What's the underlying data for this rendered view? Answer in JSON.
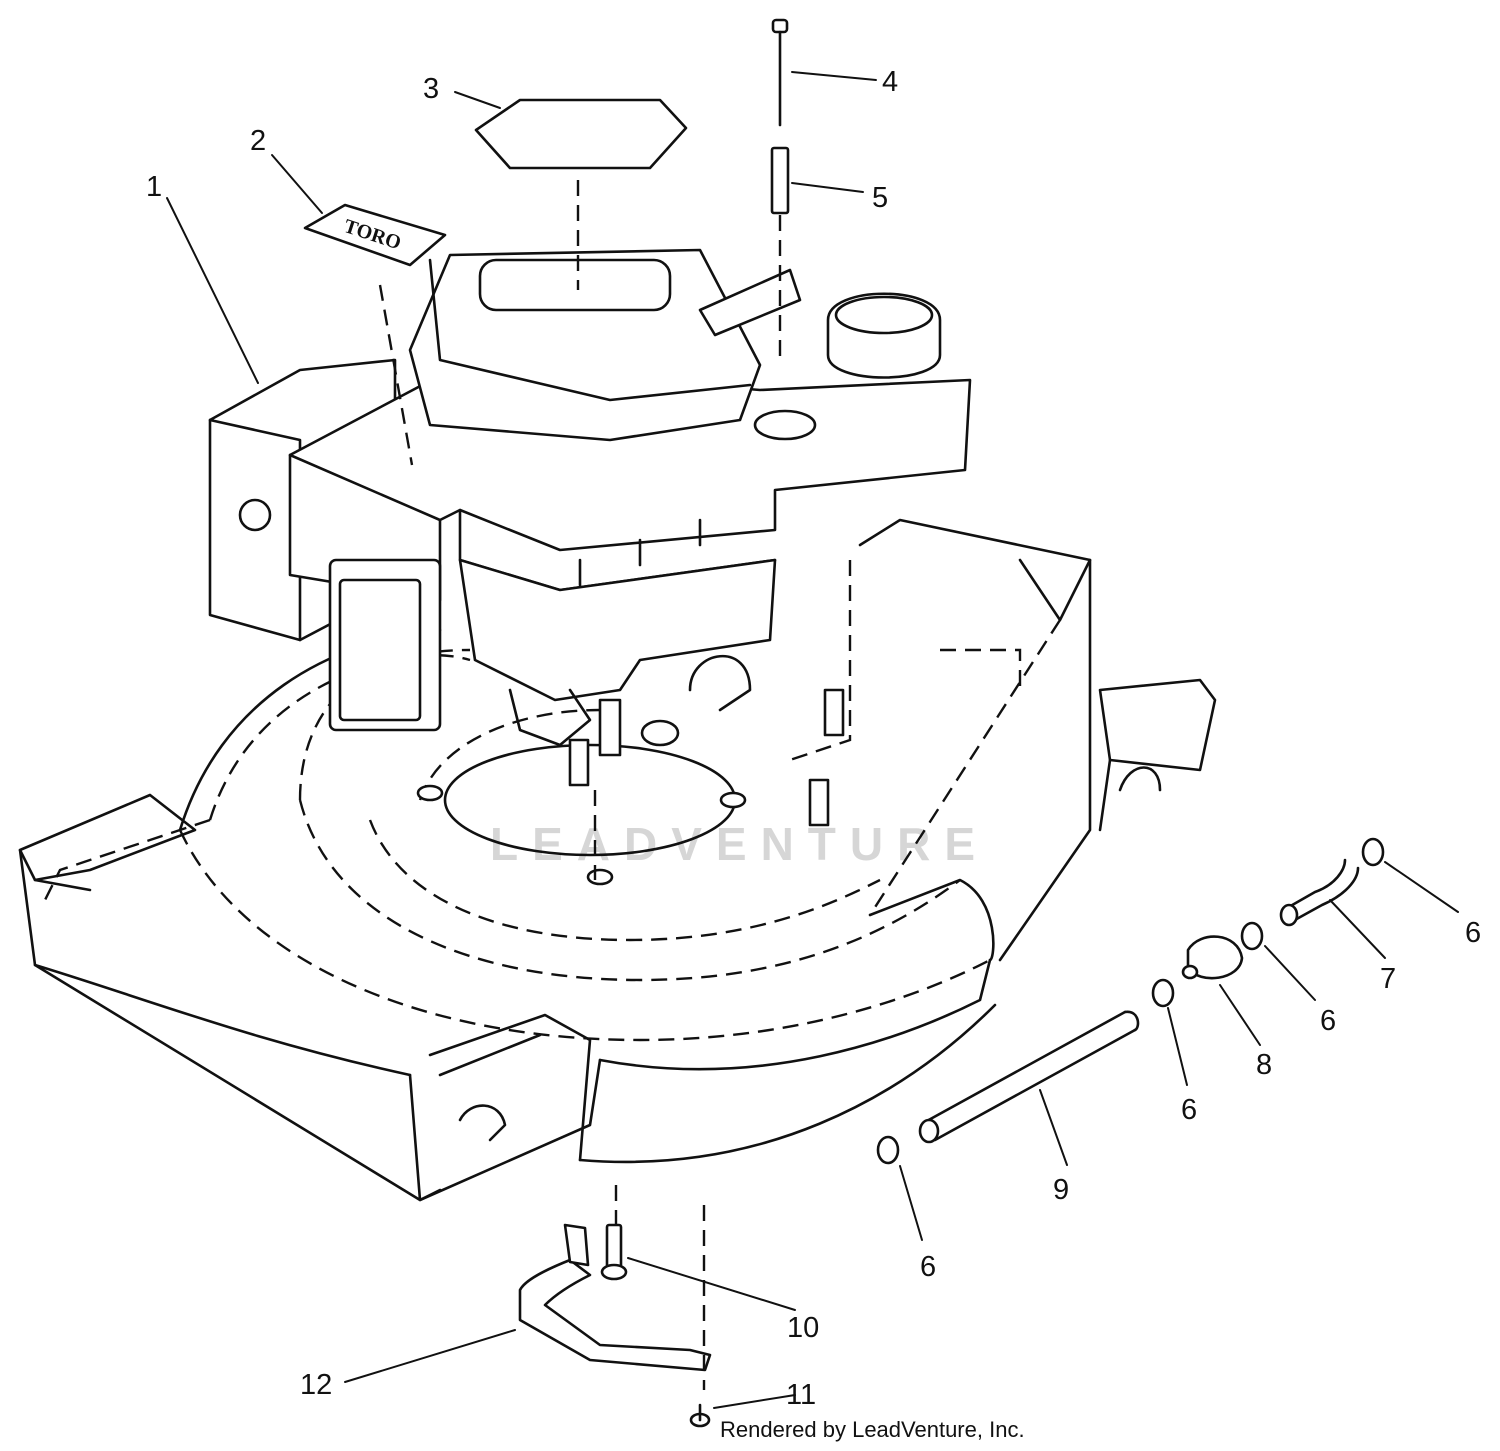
{
  "watermark": "LEADVENTURE",
  "decal_text": "TORO",
  "credit": "Rendered by LeadVenture, Inc.",
  "callouts": [
    {
      "id": "1",
      "label": "1"
    },
    {
      "id": "2",
      "label": "2"
    },
    {
      "id": "3",
      "label": "3"
    },
    {
      "id": "4",
      "label": "4"
    },
    {
      "id": "5",
      "label": "5"
    },
    {
      "id": "6a",
      "label": "6"
    },
    {
      "id": "7",
      "label": "7"
    },
    {
      "id": "6b",
      "label": "6"
    },
    {
      "id": "8",
      "label": "8"
    },
    {
      "id": "6c",
      "label": "6"
    },
    {
      "id": "9",
      "label": "9"
    },
    {
      "id": "6d",
      "label": "6"
    },
    {
      "id": "10",
      "label": "10"
    },
    {
      "id": "11",
      "label": "11"
    },
    {
      "id": "12",
      "label": "12"
    }
  ]
}
